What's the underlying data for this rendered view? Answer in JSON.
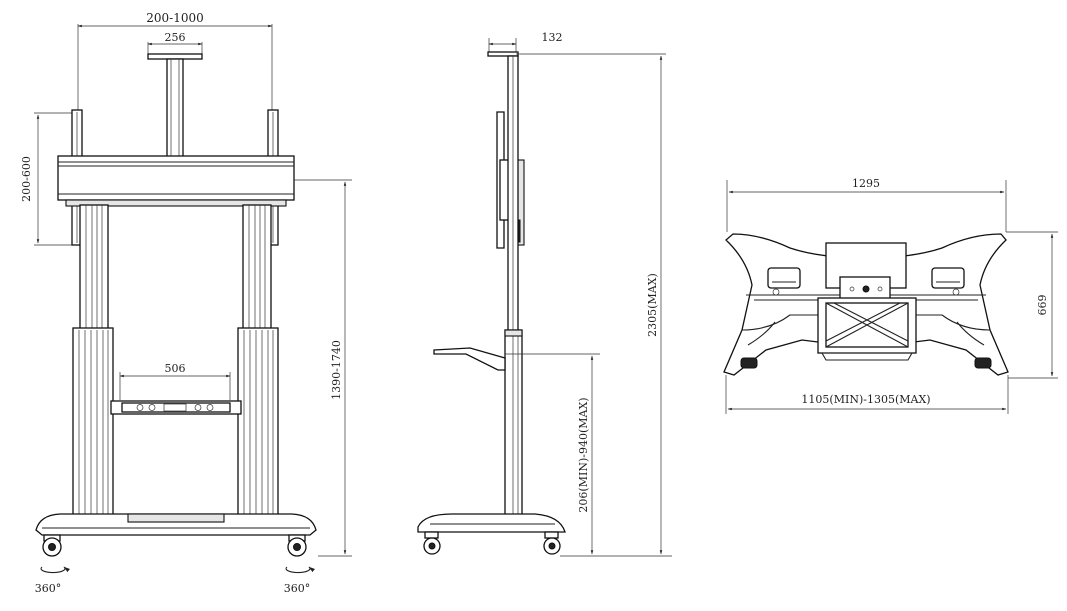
{
  "front_view": {
    "dim_width_range": "200-1000",
    "dim_top_width": "256",
    "dim_mount_height": "200-600",
    "dim_shelf_width": "506",
    "dim_height_range": "1390-1740",
    "rotation_left": "360°",
    "rotation_right": "360°"
  },
  "side_view": {
    "dim_depth": "132",
    "dim_total_height": "2305(MAX)",
    "dim_shelf_height": "206(MIN)-940(MAX)"
  },
  "top_view": {
    "dim_overall_width": "1295",
    "dim_depth": "669",
    "dim_base_width": "1105(MIN)-1305(MAX)"
  }
}
